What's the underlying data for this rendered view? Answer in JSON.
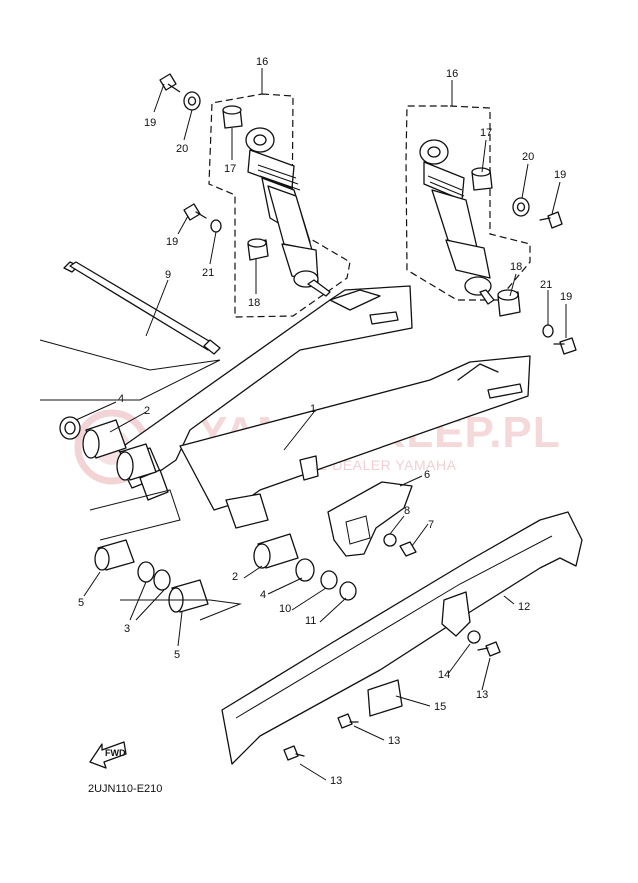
{
  "diagram": {
    "code": "2UJN110-E210",
    "fwd_label": "FWD",
    "watermark": {
      "main": "YAMA-SKLEP.PL",
      "sub": "WOJCIECHOWICZ DEALER YAMAHA"
    },
    "callouts": [
      {
        "id": "16-left",
        "text": "16"
      },
      {
        "id": "16-right",
        "text": "16"
      },
      {
        "id": "19-a",
        "text": "19"
      },
      {
        "id": "20-a",
        "text": "20"
      },
      {
        "id": "17-a",
        "text": "17"
      },
      {
        "id": "19-b",
        "text": "19"
      },
      {
        "id": "21-a",
        "text": "21"
      },
      {
        "id": "18-a",
        "text": "18"
      },
      {
        "id": "9",
        "text": "9"
      },
      {
        "id": "17-b",
        "text": "17"
      },
      {
        "id": "20-b",
        "text": "20"
      },
      {
        "id": "19-c",
        "text": "19"
      },
      {
        "id": "18-b",
        "text": "18"
      },
      {
        "id": "21-b",
        "text": "21"
      },
      {
        "id": "19-d",
        "text": "19"
      },
      {
        "id": "4-a",
        "text": "4"
      },
      {
        "id": "2-a",
        "text": "2"
      },
      {
        "id": "1",
        "text": "1"
      },
      {
        "id": "6",
        "text": "6"
      },
      {
        "id": "8",
        "text": "8"
      },
      {
        "id": "7",
        "text": "7"
      },
      {
        "id": "2-b",
        "text": "2"
      },
      {
        "id": "4-b",
        "text": "4"
      },
      {
        "id": "10",
        "text": "10"
      },
      {
        "id": "11",
        "text": "11"
      },
      {
        "id": "5-a",
        "text": "5"
      },
      {
        "id": "3",
        "text": "3"
      },
      {
        "id": "5-b",
        "text": "5"
      },
      {
        "id": "12",
        "text": "12"
      },
      {
        "id": "14",
        "text": "14"
      },
      {
        "id": "13-a",
        "text": "13"
      },
      {
        "id": "15",
        "text": "15"
      },
      {
        "id": "13-b",
        "text": "13"
      },
      {
        "id": "13-c",
        "text": "13"
      }
    ]
  }
}
